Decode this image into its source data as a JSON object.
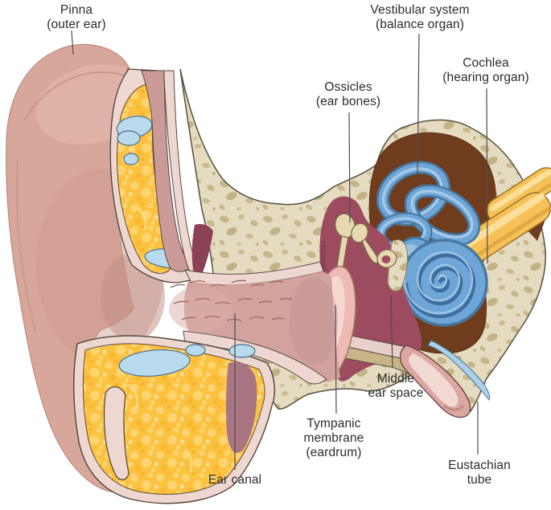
{
  "figure": {
    "type": "anatomical-diagram",
    "subject": "human ear cross-section"
  },
  "labels": {
    "pinna": {
      "lines": [
        "Pinna",
        "(outer ear)"
      ]
    },
    "vestibular": {
      "lines": [
        "Vestibular system",
        "(balance organ)"
      ]
    },
    "cochlea": {
      "lines": [
        "Cochlea",
        "(hearing organ)"
      ]
    },
    "ossicles": {
      "lines": [
        "Ossicles",
        "(ear bones)"
      ]
    },
    "middle_ear": {
      "lines": [
        "Middle",
        "ear space"
      ]
    },
    "tympanic": {
      "lines": [
        "Tympanic",
        "membrane",
        "(eardrum)"
      ]
    },
    "ear_canal": {
      "lines": [
        "Ear canal"
      ]
    },
    "eustachian": {
      "lines": [
        "Eustachian",
        "tube"
      ]
    }
  },
  "colors": {
    "background": "#ffffff",
    "skin": "#d8a79c",
    "skin_lining": "#eed7d0",
    "fat_tissue": "#fbc23f",
    "cartilage": "#b7daec",
    "bone": "#e4dbc0",
    "bone_speckle": "#c6b78b",
    "middle_ear_space": "#9d4b5f",
    "inner_ear_recess": "#6f3c1e",
    "inner_ear_fluid": "#6fa6d8",
    "auditory_nerve": "#f6c157",
    "eustachian_tube": "#dca7a3",
    "label_text": "#2c2c2c",
    "leader_line": "#4d4d4d"
  }
}
